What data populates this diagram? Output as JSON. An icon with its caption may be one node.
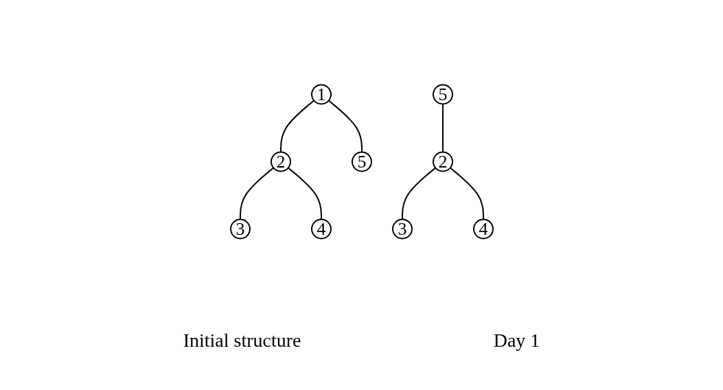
{
  "diagram": {
    "nodes": [
      {
        "text": [
          "1"
        ]
      },
      {
        "text": [
          "2"
        ]
      },
      {
        "text": [
          "5"
        ]
      },
      {
        "text": [
          "3"
        ]
      },
      {
        "text": [
          "4"
        ]
      },
      {
        "text": [
          "5"
        ]
      },
      {
        "text": [
          "2"
        ]
      },
      {
        "text": [
          "3"
        ]
      },
      {
        "text": [
          "4"
        ]
      }
    ],
    "edges": [
      {
        "from": 0,
        "to": 1,
        "arrow": "none"
      },
      {
        "from": 0,
        "to": 2,
        "arrow": "none"
      },
      {
        "from": 1,
        "to": 3,
        "arrow": "none"
      },
      {
        "from": 1,
        "to": 4,
        "arrow": "none"
      },
      {
        "from": 5,
        "to": 6,
        "arrow": "none"
      },
      {
        "from": 6,
        "to": 7,
        "arrow": "none"
      },
      {
        "from": 6,
        "to": 8,
        "arrow": "none"
      }
    ],
    "labels": [
      "Initial structure",
      "Day 1"
    ]
  }
}
